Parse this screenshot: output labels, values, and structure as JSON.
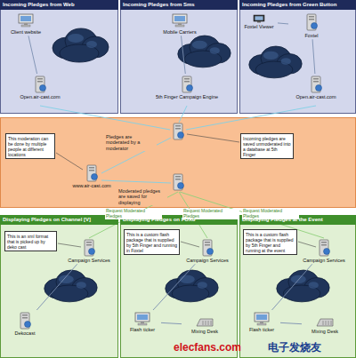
{
  "diagram": {
    "nodes": [
      {
        "text": [
          "Incoming Pledges from Web"
        ]
      },
      {
        "text": [
          "Client website"
        ],
        "in": 0
      },
      {
        "text": [
          "Open.air-cast.com"
        ],
        "in": 0
      },
      {
        "text": [
          "Incoming Pledges from Sms"
        ]
      },
      {
        "text": [
          "Mobile Carriers"
        ],
        "in": 3
      },
      {
        "text": [
          "5th Finger Campaign Engine"
        ],
        "in": 3
      },
      {
        "text": [
          "Incoming Pledges from Green Button"
        ]
      },
      {
        "text": [
          "Foxtel Viewer"
        ],
        "in": 6
      },
      {
        "text": [
          "Foxtel"
        ],
        "in": 6
      },
      {
        "text": [
          "Open.air-cast.com"
        ],
        "in": 6
      },
      {
        "text": [
          "This moderation can be done by multiple people at different locations"
        ]
      },
      {
        "text": [
          "www.air-cast.com"
        ]
      },
      {
        "text": [
          "Incoming pledges are saved unmoderated into a database at 5th Finger"
        ]
      },
      {
        "text": [
          "Displaying Pledges on Channel [V]"
        ]
      },
      {
        "text": [
          "This is an xml format that is picked up by deko cast"
        ],
        "in": 13
      },
      {
        "text": [
          "Campaign Services"
        ],
        "in": 13
      },
      {
        "text": [
          "Dekocast"
        ],
        "in": 13
      },
      {
        "text": [
          "Displaying Pledges on FOX8"
        ]
      },
      {
        "text": [
          "This is a custom flash package that is supplied by 5th Finger and running in Foxtel"
        ],
        "in": 17
      },
      {
        "text": [
          "Campaign Services"
        ],
        "in": 17
      },
      {
        "text": [
          "Flash ticker"
        ],
        "in": 17
      },
      {
        "text": [
          "Mixing Desk"
        ],
        "in": 17
      },
      {
        "text": [
          "Displaying Pledges at the Event"
        ]
      },
      {
        "text": [
          "This is a custom flash package that is supplied by 5th Finger and running at the event"
        ],
        "in": 22
      },
      {
        "text": [
          "Campaign Services"
        ],
        "in": 22
      },
      {
        "text": [
          "Flash ticker"
        ],
        "in": 22
      },
      {
        "text": [
          "Mixing Desk"
        ],
        "in": 22
      }
    ],
    "edges": [
      {
        "from": 1,
        "to": 2,
        "arrow": "none"
      },
      {
        "from": 4,
        "to": 5,
        "arrow": "none"
      },
      {
        "from": 7,
        "to": 8,
        "arrow": "none"
      },
      {
        "from": 8,
        "to": 9,
        "arrow": "none"
      },
      {
        "from": 15,
        "to": 16,
        "arrow": "none"
      },
      {
        "from": 19,
        "to": 20,
        "arrow": "none"
      },
      {
        "from": 20,
        "to": 21,
        "arrow": "none"
      },
      {
        "from": 24,
        "to": 25,
        "arrow": "none"
      },
      {
        "from": 25,
        "to": 26,
        "arrow": "none"
      }
    ],
    "labels": [
      "Pledges are moderated by a moderator",
      "Moderated pledges are saved for displaying",
      "Request Moderated Pledges",
      "Request Moderated Pledges",
      "Request Moderated Pledges",
      "elecfans.com",
      "电子发烧友"
    ]
  }
}
